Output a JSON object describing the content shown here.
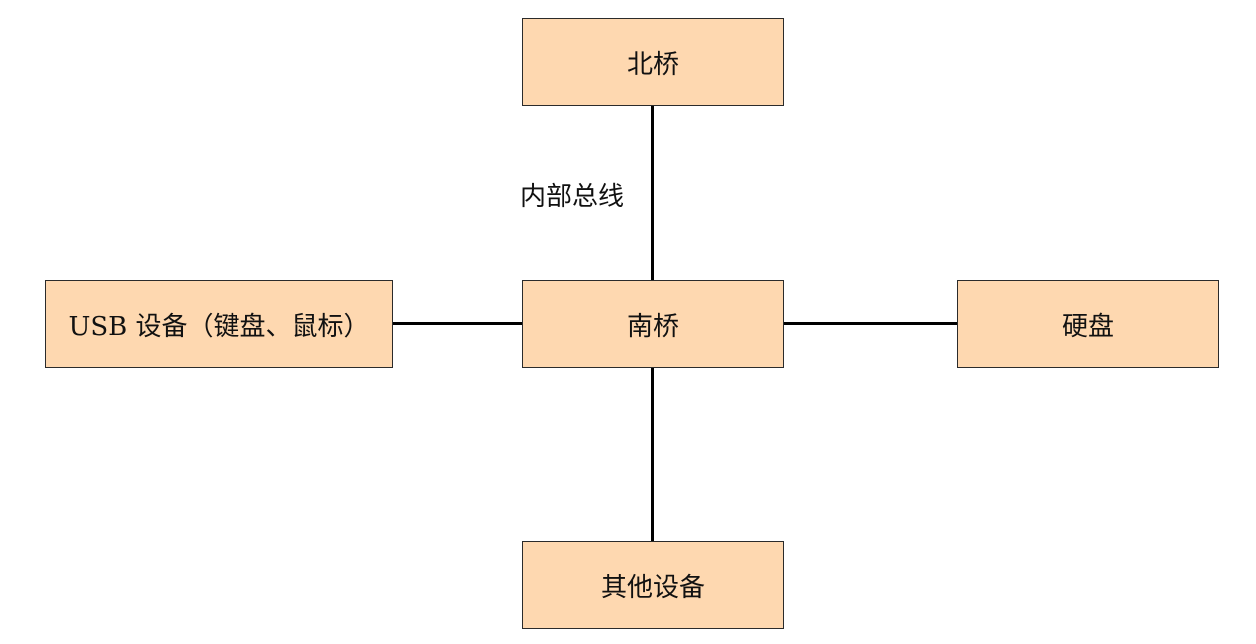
{
  "nodes": {
    "north_bridge": "北桥",
    "south_bridge": "南桥",
    "usb_devices": "USB 设备（键盘、鼠标）",
    "hard_disk": "硬盘",
    "other_devices": "其他设备"
  },
  "edges": {
    "internal_bus_label": "内部总线"
  },
  "colors": {
    "node_fill": "#fed8b0",
    "node_border": "#2b2b2b",
    "line": "#000000"
  }
}
